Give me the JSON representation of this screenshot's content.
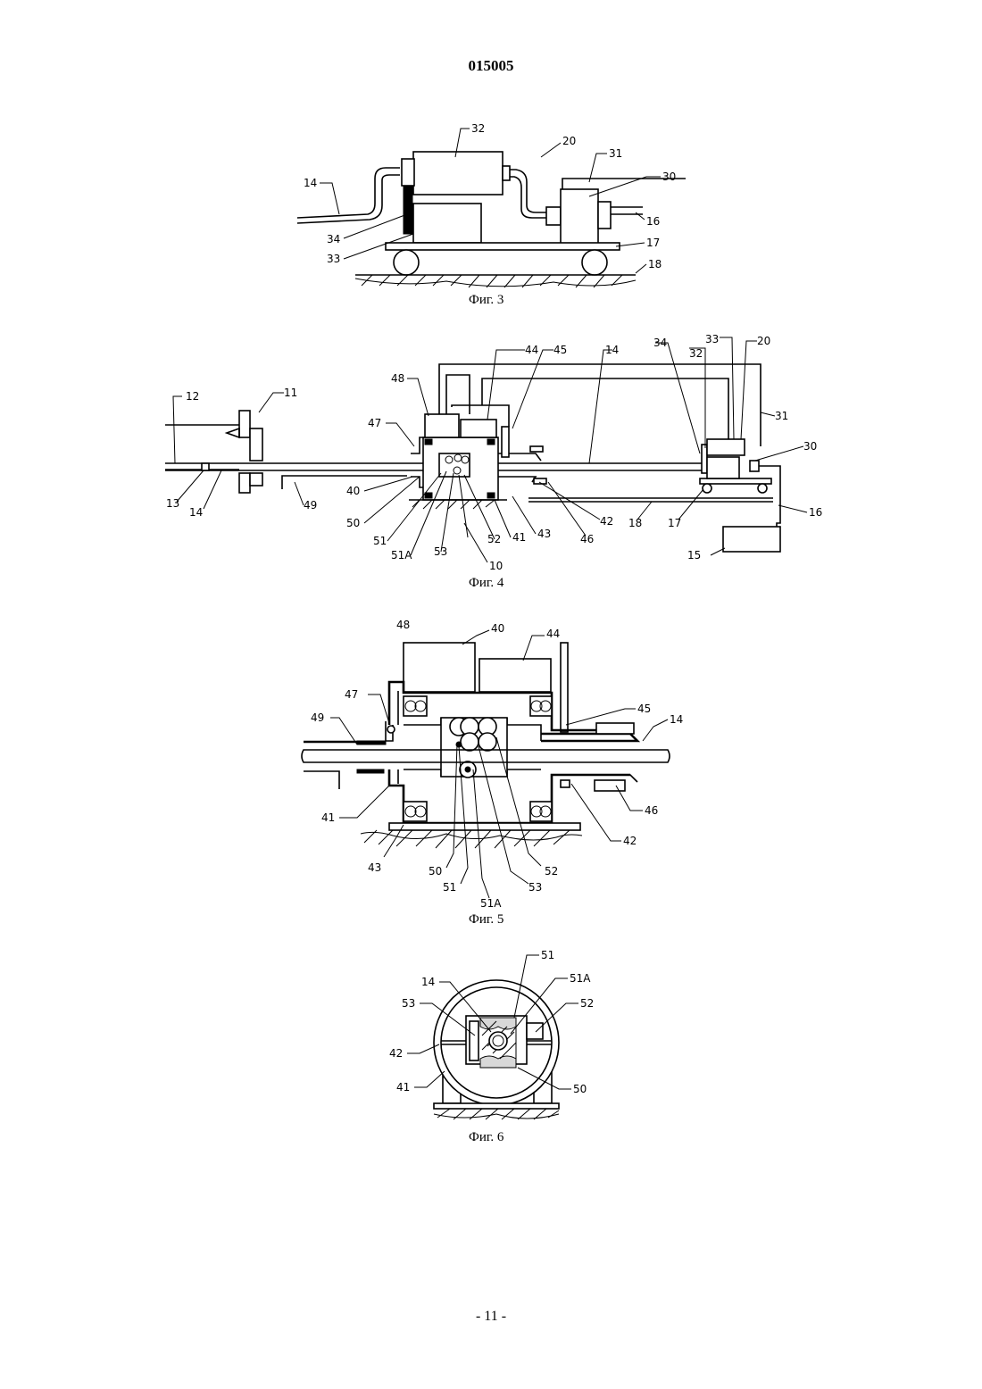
{
  "document": {
    "number": "015005",
    "page_number": "- 11 -"
  },
  "figures": [
    {
      "id": "fig3",
      "caption": "Фиг. 3",
      "labels": [
        "32",
        "20",
        "31",
        "30",
        "14",
        "16",
        "34",
        "17",
        "33",
        "18"
      ]
    },
    {
      "id": "fig4",
      "caption": "Фиг. 4",
      "labels": [
        "44",
        "45",
        "14",
        "34",
        "33",
        "20",
        "32",
        "48",
        "12",
        "11",
        "47",
        "31",
        "30",
        "13",
        "14",
        "49",
        "40",
        "50",
        "51",
        "51A",
        "53",
        "52",
        "41",
        "43",
        "46",
        "42",
        "18",
        "17",
        "16",
        "15",
        "10"
      ]
    },
    {
      "id": "fig5",
      "caption": "Фиг. 5",
      "labels": [
        "48",
        "40",
        "44",
        "47",
        "45",
        "49",
        "14",
        "46",
        "41",
        "42",
        "43",
        "50",
        "52",
        "51",
        "53",
        "51A"
      ]
    },
    {
      "id": "fig6",
      "caption": "Фиг. 6",
      "labels": [
        "51",
        "14",
        "51A",
        "53",
        "52",
        "42",
        "41",
        "50"
      ]
    }
  ]
}
